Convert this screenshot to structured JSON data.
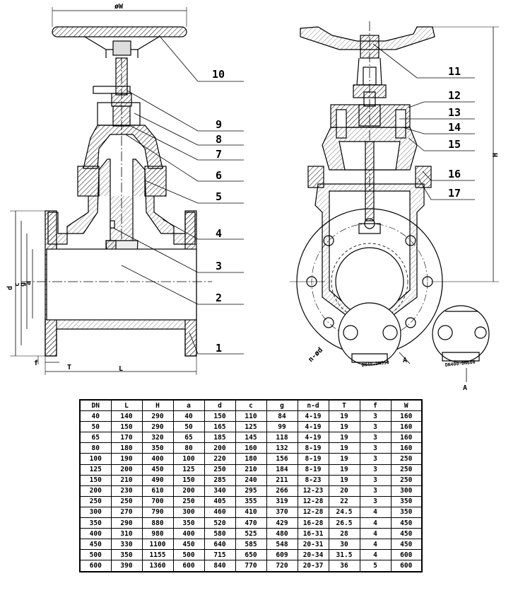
{
  "callouts": {
    "left": [
      "10",
      "9",
      "8",
      "7",
      "6",
      "5",
      "4",
      "3",
      "2",
      "1"
    ],
    "right": [
      "11",
      "12",
      "13",
      "14",
      "15",
      "16",
      "17"
    ]
  },
  "dimension_labels": {
    "W": "øW",
    "H": "H",
    "L": "L",
    "T": "T",
    "f": "f",
    "d": "d",
    "c": "c",
    "g": "g",
    "a": "a",
    "nd": "n-ød",
    "A": "A"
  },
  "detail_labels": {
    "small": "DN40-DN350",
    "large": "DN400-DN600"
  },
  "table": {
    "headers": [
      "DN",
      "L",
      "H",
      "a",
      "d",
      "c",
      "g",
      "n-d",
      "T",
      "f",
      "W"
    ],
    "rows": [
      [
        "40",
        "140",
        "290",
        "40",
        "150",
        "110",
        "84",
        "4-19",
        "19",
        "3",
        "160"
      ],
      [
        "50",
        "150",
        "290",
        "50",
        "165",
        "125",
        "99",
        "4-19",
        "19",
        "3",
        "160"
      ],
      [
        "65",
        "170",
        "320",
        "65",
        "185",
        "145",
        "118",
        "4-19",
        "19",
        "3",
        "160"
      ],
      [
        "80",
        "180",
        "350",
        "80",
        "200",
        "160",
        "132",
        "8-19",
        "19",
        "3",
        "160"
      ],
      [
        "100",
        "190",
        "400",
        "100",
        "220",
        "180",
        "156",
        "8-19",
        "19",
        "3",
        "250"
      ],
      [
        "125",
        "200",
        "450",
        "125",
        "250",
        "210",
        "184",
        "8-19",
        "19",
        "3",
        "250"
      ],
      [
        "150",
        "210",
        "490",
        "150",
        "285",
        "240",
        "211",
        "8-23",
        "19",
        "3",
        "250"
      ],
      [
        "200",
        "230",
        "610",
        "200",
        "340",
        "295",
        "266",
        "12-23",
        "20",
        "3",
        "300"
      ],
      [
        "250",
        "250",
        "700",
        "250",
        "405",
        "355",
        "319",
        "12-28",
        "22",
        "3",
        "350"
      ],
      [
        "300",
        "270",
        "790",
        "300",
        "460",
        "410",
        "370",
        "12-28",
        "24.5",
        "4",
        "350"
      ],
      [
        "350",
        "290",
        "880",
        "350",
        "520",
        "470",
        "429",
        "16-28",
        "26.5",
        "4",
        "450"
      ],
      [
        "400",
        "310",
        "980",
        "400",
        "580",
        "525",
        "480",
        "16-31",
        "28",
        "4",
        "450"
      ],
      [
        "450",
        "330",
        "1100",
        "450",
        "640",
        "585",
        "548",
        "20-31",
        "30",
        "4",
        "450"
      ],
      [
        "500",
        "350",
        "1155",
        "500",
        "715",
        "650",
        "609",
        "20-34",
        "31.5",
        "4",
        "600"
      ],
      [
        "600",
        "390",
        "1360",
        "600",
        "840",
        "770",
        "720",
        "20-37",
        "36",
        "5",
        "600"
      ]
    ]
  }
}
